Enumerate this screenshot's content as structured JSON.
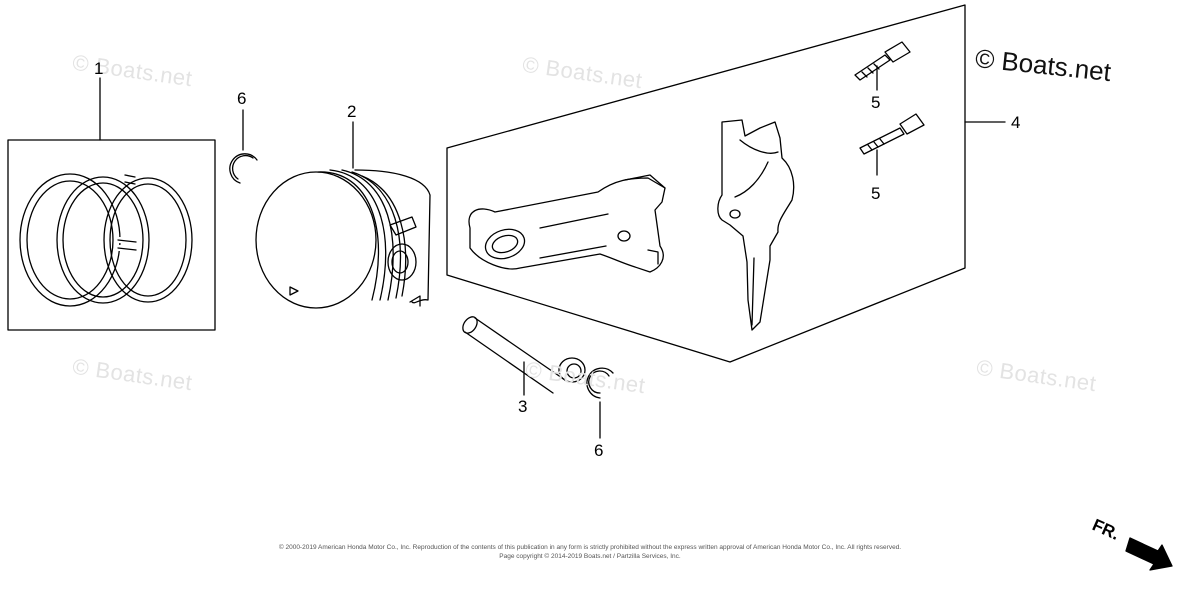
{
  "watermark_text": "© Boats.net",
  "callouts": {
    "c1": "1",
    "c2": "2",
    "c3": "3",
    "c4": "4",
    "c5a": "5",
    "c5b": "5",
    "c6a": "6",
    "c6b": "6"
  },
  "footer": {
    "line1": "© 2000-2019 American Honda Motor Co., Inc. Reproduction of the contents of this publication in any form is strictly prohibited without the express written approval of American Honda Motor Co., Inc. All rights reserved.",
    "line2": "Page copyright © 2014-2019 Boats.net / Partzilla Services, Inc."
  },
  "direction_label": "FR.",
  "colors": {
    "line": "#000000",
    "watermark_faint": "#e3e3e3"
  }
}
